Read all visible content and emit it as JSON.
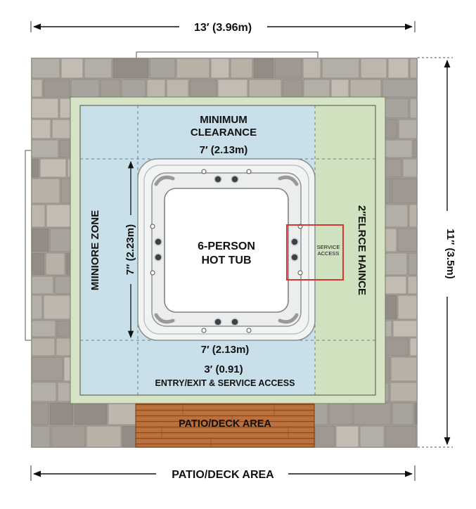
{
  "dimensions": {
    "top": "13′ (3.96m)",
    "bottom": "PATIO/DECK AREA",
    "right": "11″ (3.5m)"
  },
  "zones": {
    "clearance_line1": "MINIMUM",
    "clearance_line2": "CLEARANCE",
    "top_inner": "7′ (2.13m)",
    "left_zone": "MIINIORE ZONE",
    "left_inner": "7″ (2.23m)",
    "right_zone": "2″ELRCE HAINCE",
    "bottom_inner": "7′ (2.13m)",
    "bottom_clearance": "3′ (0.91)",
    "entry_access": "ENTRY/EXIT & SERVICE ACCESS"
  },
  "hot_tub": {
    "line1": "6-PERSON",
    "line2": "HOT TUB"
  },
  "service": {
    "line1": "SERVICE",
    "line2": "ACCESS"
  },
  "deck": {
    "label": "PATIO/DECK AREA"
  },
  "colors": {
    "pavers": "#a9a49d",
    "clear_zone": "#c9dfe8",
    "service_zone": "#cfe0bf",
    "border_green": "#d5e3c3",
    "deck": "#b86e3a",
    "service_box": "#d63535"
  }
}
